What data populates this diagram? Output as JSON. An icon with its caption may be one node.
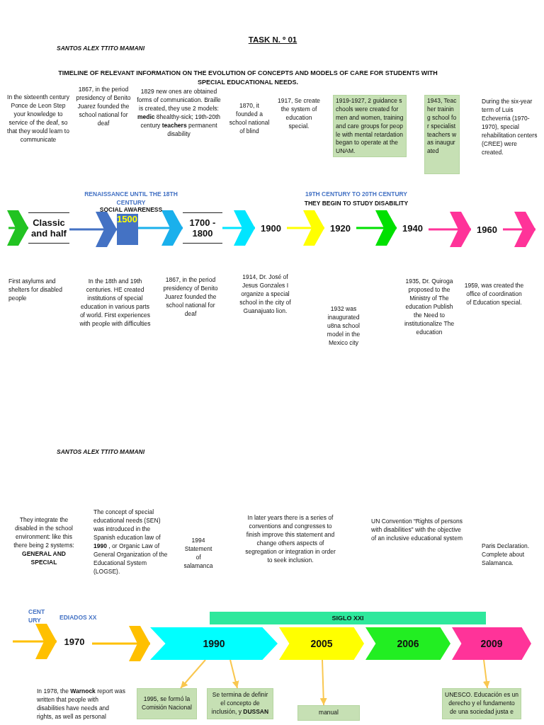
{
  "diagram": {
    "title": "TIMELINE OF RELEVANT INFORMATION ON THE EVOLUTION OF CONCEPTS AND MODELS OF CARE FOR STUDENTS WITH SPECIAL EDUCATIONAL NEEDS.",
    "nodes": [
      {
        "text": [
          "Classic and half"
        ]
      },
      {
        "text": [
          "1500"
        ]
      },
      {
        "text": [
          "1700 - 1800"
        ]
      },
      {
        "text": [
          "1900"
        ]
      },
      {
        "text": [
          "1920"
        ]
      },
      {
        "text": [
          "1940"
        ]
      },
      {
        "text": [
          "1960"
        ]
      },
      {
        "text": [
          "1919-1927, 2 guidance schools were created for men and women, training and care groups for people with mental retardation began to operate at the UNAM."
        ]
      },
      {
        "text": [
          "1943, Teacher training school for specialist teachers was inaugurated"
        ]
      },
      {
        "text": [
          "1970"
        ]
      },
      {
        "text": [
          "SIGLO XXI"
        ]
      },
      {
        "text": [
          "1990"
        ]
      },
      {
        "text": [
          "2005"
        ]
      },
      {
        "text": [
          "2006"
        ]
      },
      {
        "text": [
          "2009"
        ]
      },
      {
        "text": [
          "1995, se formó la Comisión Nacional"
        ]
      },
      {
        "text": [
          "Se termina de definir el concepto de inclusión, y **DUSSAN**"
        ]
      },
      {
        "text": [
          "manual"
        ]
      },
      {
        "text": [
          "UNESCO. Educación es un derecho y el fundamento de una sociedad justa e"
        ]
      }
    ],
    "edges": [
      {
        "from": null,
        "to": 0,
        "arrow": "to",
        "color": "#22c322"
      },
      {
        "from": 0,
        "to": 1,
        "arrow": "to",
        "color": "#4472c4"
      },
      {
        "from": 1,
        "to": 2,
        "arrow": "to",
        "color": "#1ab0ec"
      },
      {
        "from": 2,
        "to": 3,
        "arrow": "to",
        "color": "#00e5ff"
      },
      {
        "from": 3,
        "to": 4,
        "arrow": "to",
        "color": "#ffff00"
      },
      {
        "from": 4,
        "to": 5,
        "arrow": "to",
        "color": "#00e000"
      },
      {
        "from": 5,
        "to": 6,
        "arrow": "to",
        "color": "#ff3399"
      },
      {
        "from": 6,
        "to": null,
        "arrow": "to",
        "color": "#ff3399"
      },
      {
        "from": null,
        "to": 9,
        "arrow": "to",
        "color": "#ffc000"
      },
      {
        "from": 9,
        "to": 11,
        "arrow": "to",
        "color": "#ffc000"
      },
      {
        "from": 11,
        "to": 15,
        "arrow": "to",
        "color": "#f9c74f"
      },
      {
        "from": 11,
        "to": 16,
        "arrow": "to",
        "color": "#f9c74f"
      },
      {
        "from": 12,
        "to": 17,
        "arrow": "to",
        "color": "#f9c74f"
      },
      {
        "from": 14,
        "to": 18,
        "arrow": "to",
        "color": "#f9c74f"
      }
    ],
    "labels": [
      "SANTOS ALEX TTITO MAMANI",
      "TASK N. º 01",
      "In the sixteenth century Ponce de Leon Step your knowledge to service of the deaf, so that they would learn to communicate",
      "1867, in the period presidency of Benito Juarez founded the school national for deaf",
      "1829 new ones are obtained forms of communication. Braille is created, they use 2 models: **medic** 8healthy-sick; 19th-20th century **teachers** permanent disability",
      "1870, it founded a school national of blind",
      "1917, Se create the system of education special.",
      "During the six-year term of Luis Echeverria (1970-1970), special rehabilitation centers (CREE) were created.",
      "RENAISSANCE UNTIL THE 18TH CENTURY",
      "SOCIAL AWARENESS",
      "19TH CENTURY TO 20TH CENTURY",
      "THEY BEGIN TO STUDY DISABILITY",
      "First asylums and shelters for disabled people",
      "In the 18th and 19th centuries. HE created institutions of special education in various parts of world. First experiences with people with difficulties",
      "1867, in the period presidency of Benito Juarez founded the school national for deaf",
      "1914, Dr. José of Jesus Gonzales I organize a special school in the city of Guanajuato lion.",
      "1932 was inaugurated u8na school model in the Mexico city",
      "1935, Dr. Quiroga proposed to the Ministry of The education Publish the Need to institutionalize The education",
      "1959, was created the office of coordination of Education special.",
      "SANTOS ALEX TTITO MAMANI",
      "They integrate the disabled in the school environment: like this there being 2 systems: **GENERAL AND SPECIAL**",
      "The concept of special educational needs (SEN) was introduced in the Spanish education law of **1990** , or Organic Law of General Organization of the Educational System (LOGSE).",
      "1994 Statement of salamanca",
      "In later years there is a series of conventions and congresses to finish improve this statement and change others aspects of segregation or integration in order to seek inclusion.",
      "UN Convention “Rights of persons with disabilities” with the objective of an inclusive educational system",
      "Paris Declaration. Complete about Salamanca.",
      "CENTURY",
      "EDIADOS XX",
      "In 1978, the **Warnock** report was written that people with disabilities have needs and rights, as well as personal"
    ]
  }
}
